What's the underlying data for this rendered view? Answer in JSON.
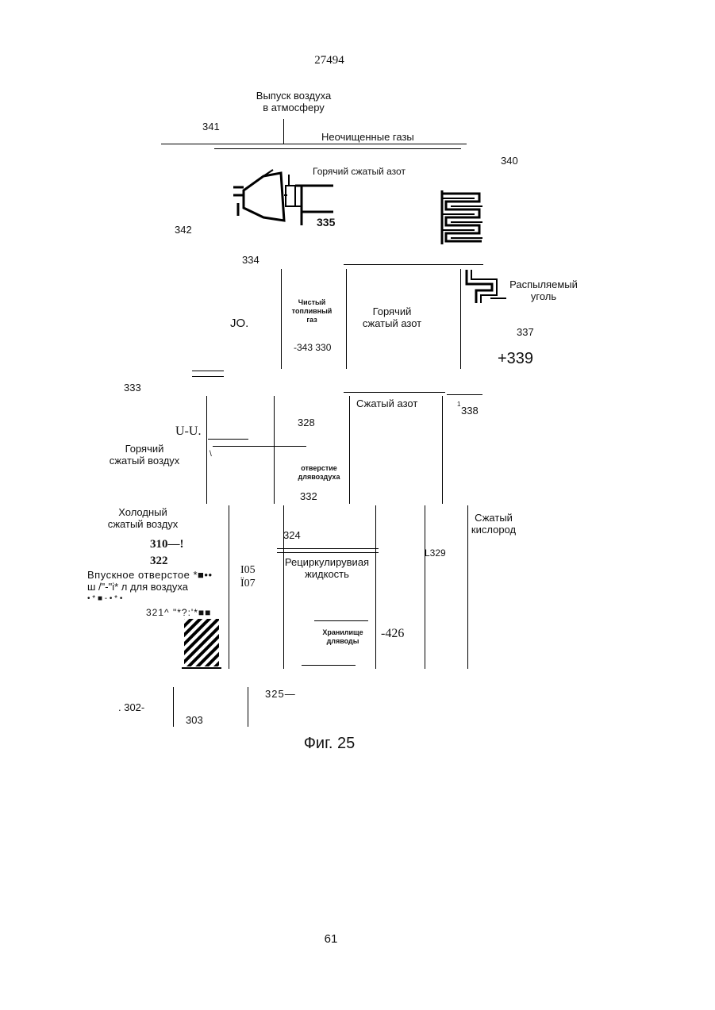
{
  "header": {
    "patent_number": "27494"
  },
  "labels": {
    "air_release": "Выпуск воздуха\nв атмосферу",
    "n341": "341",
    "raw_gases": "Неочищенные газы",
    "n340": "340",
    "hot_compressed_nitrogen_top": "Горячий сжатый азот",
    "n335": "335",
    "n342": "342",
    "n334": "334",
    "sprayed_coal": "Распыляемый\nуголь",
    "jo": "JO.",
    "clean_fuel_gas": "Чистый\nтопливный\nгаз",
    "hot_compressed_nitrogen_mid": "Горячий\nсжатый азот",
    "n343_330": "-343 330",
    "n337": "337",
    "n339": "+339",
    "n333": "333",
    "compressed_nitrogen": "Сжатый азот",
    "n338_sup": "1",
    "n338": "338",
    "n328": "328",
    "uu": "U-U.",
    "hot_compressed_air": "Горячий\nсжатый воздух",
    "backslash": "\\",
    "air_opening": "отверстие\nдлявоздуха",
    "n332": "332",
    "cold_compressed_air": "Холодный\nсжатый воздух",
    "compressed_oxygen": "Сжатый\nкислород",
    "n310": "310—!",
    "n322": "322",
    "n324": "324",
    "l329": "L329",
    "inlet_line1": "Впускное отверстое *■••",
    "inlet_line2": "ш /\"-\"i* л для воздуха",
    "inlet_line3": "• * ■ - • * •",
    "i05": "I05",
    "i07": "Ï07",
    "recirculating_liquid": "Рециркулирувиая\nжидкость",
    "n321": "321^ \"*?:'*■■",
    "water_storage": "Хранилище\nдляводы",
    "n426": "-426",
    "n325": "325—",
    "n302": ".   302-",
    "n303": "303"
  },
  "caption": "Фиг. 25",
  "footer": {
    "page_number": "61"
  }
}
